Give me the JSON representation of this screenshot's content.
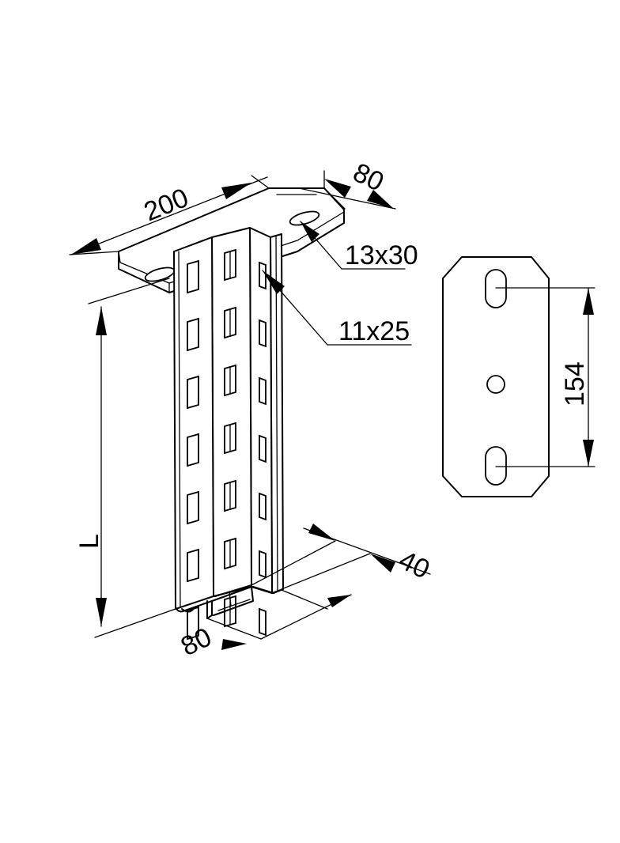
{
  "dimensions": {
    "plate_length": "200",
    "plate_width": "80",
    "plate_slot": "13x30",
    "profile_slot": "11x25",
    "hanger_length": "L",
    "profile_depth": "40",
    "profile_width": "80",
    "hole_spacing": "154"
  }
}
